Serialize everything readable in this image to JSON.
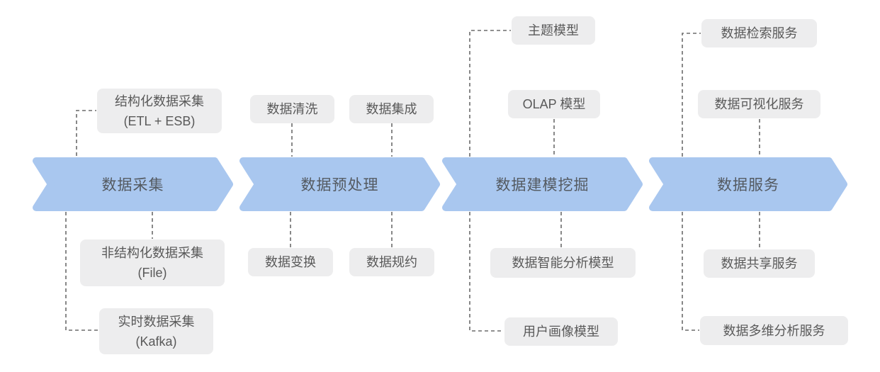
{
  "stages": [
    {
      "label": "数据采集"
    },
    {
      "label": "数据预处理"
    },
    {
      "label": "数据建模挖掘"
    },
    {
      "label": "数据服务"
    }
  ],
  "nodes": {
    "structured_collection": {
      "line1": "结构化数据采集",
      "line2": "(ETL + ESB)"
    },
    "unstructured_collection": {
      "line1": "非结构化数据采集",
      "line2": "(File)"
    },
    "realtime_collection": {
      "line1": "实时数据采集",
      "line2": "(Kafka)"
    },
    "data_cleaning": {
      "line1": "数据清洗"
    },
    "data_integration": {
      "line1": "数据集成"
    },
    "data_transformation": {
      "line1": "数据变换"
    },
    "data_reduction": {
      "line1": "数据规约"
    },
    "topic_model": {
      "line1": "主题模型"
    },
    "olap_model": {
      "line1": "OLAP 模型"
    },
    "intelligent_analysis_model": {
      "line1": "数据智能分析模型"
    },
    "user_profile_model": {
      "line1": "用户画像模型"
    },
    "data_retrieval_service": {
      "line1": "数据检索服务"
    },
    "data_visualization_service": {
      "line1": "数据可视化服务"
    },
    "data_sharing_service": {
      "line1": "数据共享服务"
    },
    "multidim_analysis_service": {
      "line1": "数据多维分析服务"
    }
  },
  "colors": {
    "stage_fill": "#A9C7EF",
    "node_fill": "#EDEDEE",
    "node_text": "#595959",
    "stage_text": "#545A61",
    "connector": "#6B6B6B",
    "background": "#FFFFFF"
  }
}
